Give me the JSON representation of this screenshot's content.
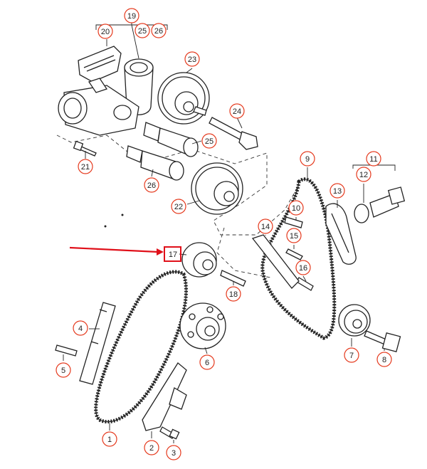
{
  "diagram": {
    "accent_color": "#e53a1e",
    "highlight_color": "#e0101a",
    "callouts": [
      {
        "id": "c1",
        "label": "1"
      },
      {
        "id": "c2",
        "label": "2"
      },
      {
        "id": "c3",
        "label": "3"
      },
      {
        "id": "c4",
        "label": "4"
      },
      {
        "id": "c5",
        "label": "5"
      },
      {
        "id": "c6",
        "label": "6"
      },
      {
        "id": "c7",
        "label": "7"
      },
      {
        "id": "c8",
        "label": "8"
      },
      {
        "id": "c9",
        "label": "9"
      },
      {
        "id": "c10",
        "label": "10"
      },
      {
        "id": "c11",
        "label": "11"
      },
      {
        "id": "c12",
        "label": "12"
      },
      {
        "id": "c13",
        "label": "13"
      },
      {
        "id": "c14",
        "label": "14"
      },
      {
        "id": "c15",
        "label": "15"
      },
      {
        "id": "c16",
        "label": "16"
      },
      {
        "id": "c17",
        "label": "17"
      },
      {
        "id": "c18",
        "label": "18"
      },
      {
        "id": "c19",
        "label": "19"
      },
      {
        "id": "c20",
        "label": "20"
      },
      {
        "id": "c21",
        "label": "21"
      },
      {
        "id": "c22",
        "label": "22"
      },
      {
        "id": "c23",
        "label": "23"
      },
      {
        "id": "c24",
        "label": "24"
      },
      {
        "id": "c25a",
        "label": "25"
      },
      {
        "id": "c25b",
        "label": "25"
      },
      {
        "id": "c26a",
        "label": "26"
      },
      {
        "id": "c26b",
        "label": "26"
      }
    ]
  }
}
